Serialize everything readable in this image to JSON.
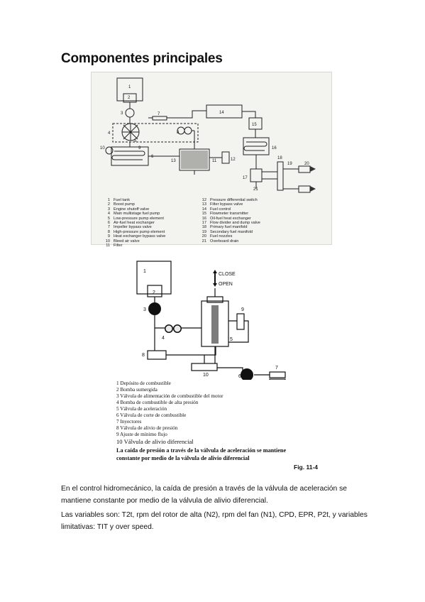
{
  "heading": "Componentes principales",
  "figure1": {
    "component_numbers": [
      "1",
      "2",
      "3",
      "4",
      "5",
      "6",
      "7",
      "8",
      "9",
      "10",
      "11",
      "12",
      "13",
      "14",
      "15",
      "16",
      "17",
      "18",
      "19",
      "20",
      "21"
    ],
    "legend_left": [
      {
        "num": "1",
        "text": "Fuel tank"
      },
      {
        "num": "2",
        "text": "Boost pump"
      },
      {
        "num": "3",
        "text": "Engine shutoff valve"
      },
      {
        "num": "4",
        "text": "Main multistage fuel pump"
      },
      {
        "num": "5",
        "text": "Low-pressure pump element"
      },
      {
        "num": "6",
        "text": "Air-fuel heat exchanger"
      },
      {
        "num": "7",
        "text": "Impeller bypass valve"
      },
      {
        "num": "8",
        "text": "High-pressure pump element"
      },
      {
        "num": "9",
        "text": "Heat exchanger bypass valve"
      },
      {
        "num": "10",
        "text": "Bleed air valve"
      },
      {
        "num": "11",
        "text": "Filter"
      }
    ],
    "legend_right": [
      {
        "num": "12",
        "text": "Pressure differential switch"
      },
      {
        "num": "13",
        "text": "Filter bypass valve"
      },
      {
        "num": "14",
        "text": "Fuel control"
      },
      {
        "num": "15",
        "text": "Flowmeter transmitter"
      },
      {
        "num": "16",
        "text": "Oil-fuel heat exchanger"
      },
      {
        "num": "17",
        "text": "Flow divider and dump valve"
      },
      {
        "num": "18",
        "text": "Primary fuel manifold"
      },
      {
        "num": "19",
        "text": "Secondary fuel manifold"
      },
      {
        "num": "20",
        "text": "Fuel nozzles"
      },
      {
        "num": "21",
        "text": "Overboard drain"
      }
    ]
  },
  "figure2": {
    "labels": {
      "close": "CLOSE",
      "open": "OPEN"
    },
    "component_numbers": [
      "1",
      "2",
      "3",
      "4",
      "5",
      "6",
      "7",
      "8",
      "9",
      "10"
    ],
    "legend": [
      "1 Depósito de combustible",
      "2 Bomba sumergida",
      "3 Válvula de alimentación de combustible del motor",
      "4 Bomba de combustible de alta presión",
      "5 Válvula de aceleración",
      "6 Válvula de corte de combustible",
      "7 Inyectores",
      "8 Válvula de alivio de presión",
      "9 Ajuste de mínimo flujo",
      "10 Válvula de alivio diferencial"
    ],
    "caption": "La caída de presión a través de la válvula de aceleración se mantiene constante por medio de la válvula de alivio diferencial",
    "fig_label": "Fig. 11-4"
  },
  "paragraphs": [
    "En el control hidromecánico, la caída de presión a través de la válvula de aceleración se mantiene constante por medio de la válvula de alivio diferencial.",
    "Las variables son: T2t, rpm del rotor de alta (N2), rpm del fan (N1), CPD, EPR, P2t, y variables limitativas: TIT y over speed."
  ]
}
